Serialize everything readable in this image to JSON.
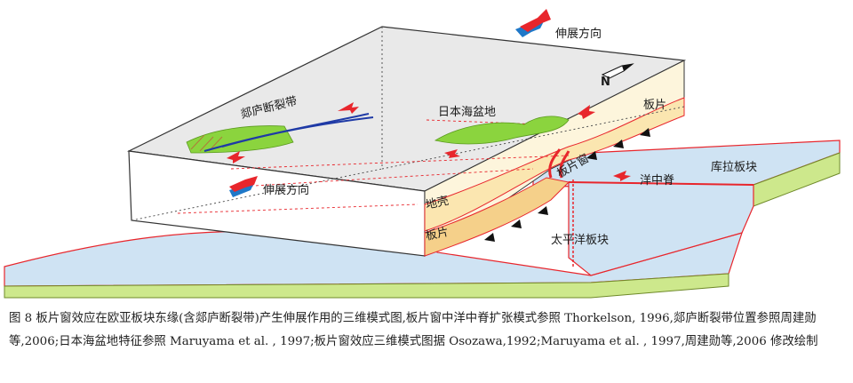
{
  "diagram": {
    "labels": {
      "tanlu_fault": "郯庐断裂带",
      "japan_sea_basin": "日本海盆地",
      "extension_top": "伸展方向",
      "extension_left": "伸展方向",
      "plate_top": "板片",
      "plate_left": "板片",
      "crust": "地壳",
      "slab_window": "板片窗",
      "ridge": "洋中脊",
      "kula_plate": "库拉板块",
      "pacific_plate": "太平洋板块",
      "north": "N"
    },
    "colors": {
      "ocean": "#cfe3f3",
      "mantle": "#cde88c",
      "crust": "#fbe6b0",
      "extension_red": "#e8262c",
      "extension_blue": "#1f78c8",
      "fault_blue": "#1f3aa6"
    }
  },
  "caption": {
    "text": "图 8 板片窗效应在欧亚板块东缘(含郯庐断裂带)产生伸展作用的三维模式图,板片窗中洋中脊扩张模式参照 Thorkelson, 1996,郯庐断裂带位置参照周建勋等,2006;日本海盆地特征参照 Maruyama et al. , 1997;板片窗效应三维模式图据 Osozawa,1992;Maruyama et al. , 1997,周建勋等,2006 修改绘制"
  }
}
